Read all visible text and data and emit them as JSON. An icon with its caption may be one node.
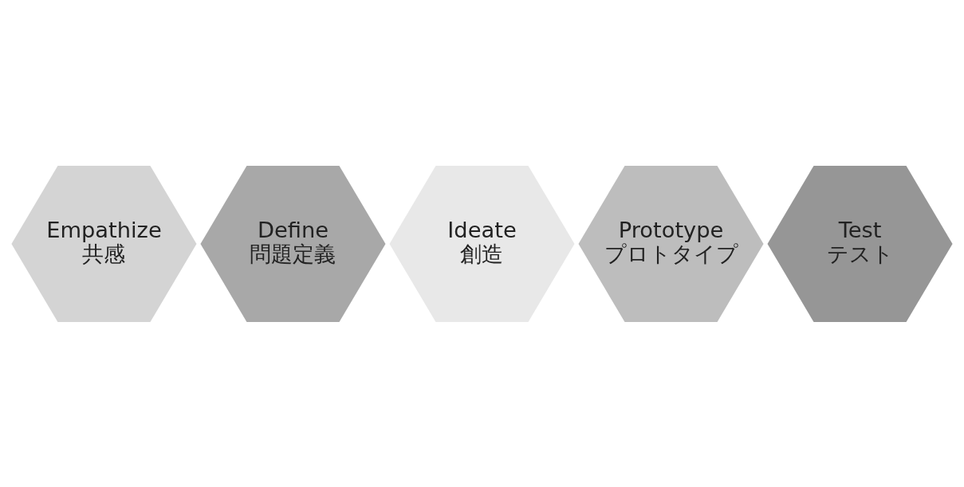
{
  "diagram": {
    "nodes": [
      {
        "text": [
          "Empathize",
          "共感"
        ]
      },
      {
        "text": [
          "Define",
          "問題定義"
        ]
      },
      {
        "text": [
          "Ideate",
          "創造"
        ]
      },
      {
        "text": [
          "Prototype",
          "プロトタイプ"
        ]
      },
      {
        "text": [
          "Test",
          "テスト"
        ]
      }
    ]
  }
}
